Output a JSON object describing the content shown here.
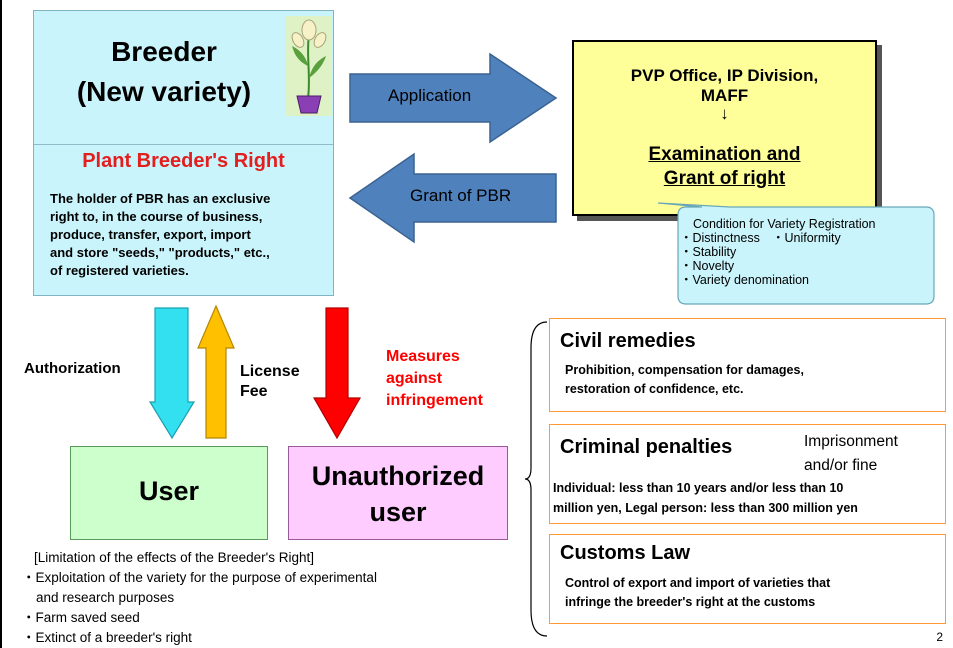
{
  "breeder": {
    "title_line1": "Breeder",
    "title_line2": "(New variety)",
    "right_title": "Plant Breeder's Right",
    "right_desc": [
      "The holder of PBR has an exclusive",
      "right to, in the course of business,",
      "produce, transfer, export, import",
      "and store \"seeds,\" \"products,\" etc.,",
      "of registered varieties."
    ]
  },
  "flows": {
    "application": "Application",
    "grant": "Grant of PBR",
    "authorization": "Authorization",
    "license_fee": [
      "License",
      "Fee"
    ],
    "measures": [
      "Measures",
      "against",
      "infringement"
    ]
  },
  "office": {
    "line1": "PVP Office, IP Division,",
    "line2": "MAFF",
    "arrow": "↓",
    "exam_line1": "Examination and",
    "exam_line2": "Grant of right"
  },
  "condition": {
    "title": "Condition for Variety Registration",
    "items": [
      "・Distinctness",
      "・Uniformity",
      "・Stability",
      "・Novelty",
      "・Variety denomination"
    ]
  },
  "user": {
    "label": "User"
  },
  "unauthorized": {
    "line1": "Unauthorized",
    "line2": "user"
  },
  "limitation": {
    "title": "[Limitation of the effects of the Breeder's Right]",
    "items": [
      "・Exploitation of the variety for the purpose of experimental",
      "and research purposes",
      "・Farm saved seed",
      "・Extinct of a breeder's right"
    ]
  },
  "remedies": {
    "civil": {
      "title": "Civil remedies",
      "desc": [
        "Prohibition, compensation for damages,",
        "restoration of confidence, etc."
      ]
    },
    "criminal": {
      "title": "Criminal penalties",
      "note": [
        "Imprisonment",
        "and/or fine"
      ],
      "desc": [
        "Individual: less than 10 years and/or less than 10",
        "million yen, Legal person: less than 300 million yen"
      ]
    },
    "customs": {
      "title": "Customs Law",
      "desc": [
        "Control of export and import of varieties that",
        "infringe the breeder's right at the customs"
      ]
    }
  },
  "page_number": "2",
  "colors": {
    "breeder_bg": "#c9f4fb",
    "office_bg": "#ffff99",
    "arrow_blue": "#4f81bd",
    "cyan": "#33e0f0",
    "gold": "#ffc000",
    "red": "#ff0000",
    "title_red": "#e31e1e",
    "orange": "#ff9933"
  }
}
